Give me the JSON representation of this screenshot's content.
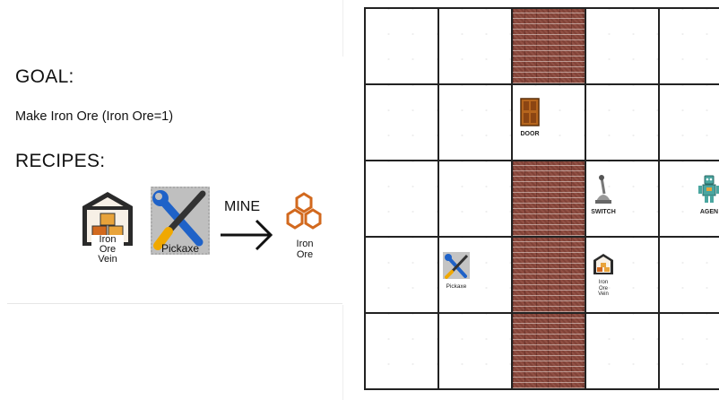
{
  "goal": {
    "heading": "GOAL:",
    "text": "Make Iron Ore (Iron Ore=1)"
  },
  "recipes": {
    "heading": "RECIPES:",
    "vein_label": [
      "Iron",
      "Ore",
      "Vein"
    ],
    "tool_label": "Pickaxe",
    "action_label": "MINE",
    "output_label": [
      "Iron",
      "Ore"
    ]
  },
  "grid": {
    "door_label": "DOOR",
    "switch_label": "SWITCH",
    "agent_label": "AGEN",
    "pickaxe_label": "Pickaxe",
    "vein_label": [
      "Iron",
      "Ore",
      "Vein"
    ]
  },
  "colors": {
    "brick": "#8a4a3e",
    "ore": "#d2691e",
    "door": "#b5651d",
    "agent": "#4aa6a0"
  }
}
